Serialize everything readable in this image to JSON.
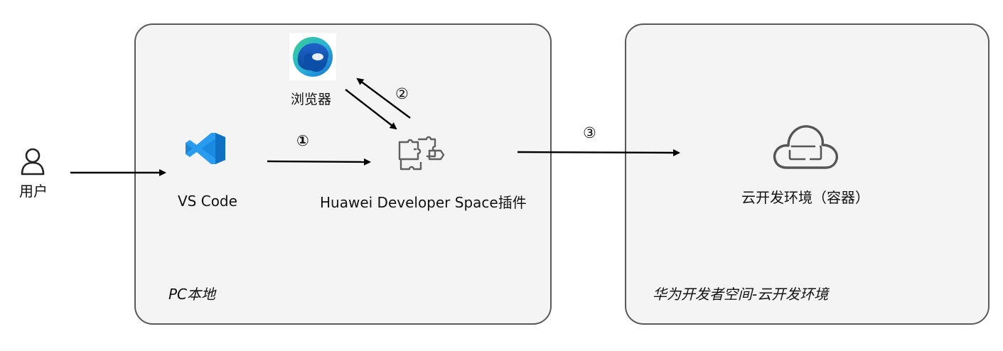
{
  "panels": {
    "local_caption": "PC本地",
    "cloud_caption": "华为开发者空间-云开发环境"
  },
  "nodes": {
    "user": "用户",
    "vscode": "VS Code",
    "browser": "浏览器",
    "plugin": "Huawei Developer Space插件",
    "cloud_env": "云开发环境（容器）"
  },
  "steps": {
    "one": "①",
    "two": "②",
    "three": "③"
  },
  "icons": [
    "user-icon",
    "vscode-icon",
    "edge-browser-icon",
    "plugin-puzzle-icon",
    "cloud-icon"
  ],
  "colors": {
    "panel_fill": "#f4f4f4",
    "panel_border": "#595959",
    "arrow": "#000000",
    "vscode_blue": "#1a8ae0",
    "icon_gray": "#5f5f5f"
  }
}
